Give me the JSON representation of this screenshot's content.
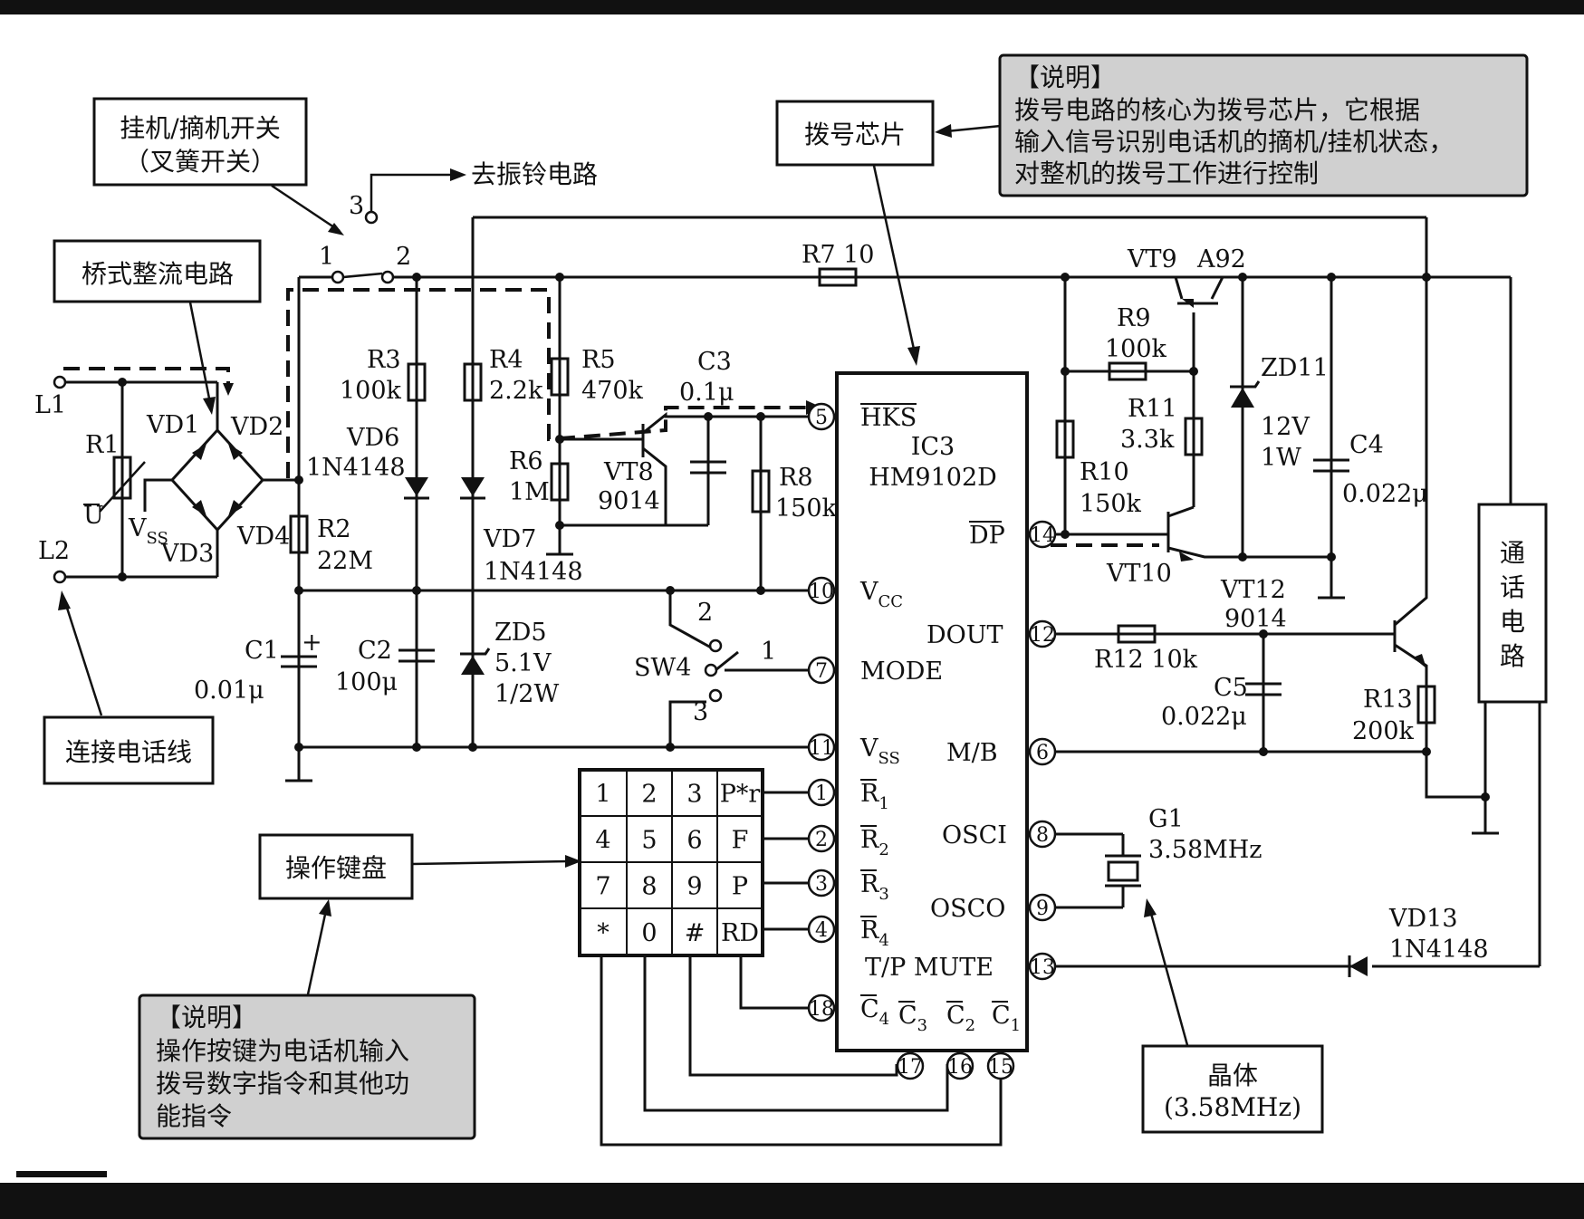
{
  "callouts": {
    "switch": "挂机/摘机开关",
    "switch_sub": "（叉簧开关）",
    "bridge": "桥式整流电路",
    "dial_chip": "拨号芯片",
    "line": "连接电话线",
    "keypad": "操作键盘",
    "crystal": "晶体",
    "crystal_sub": "(3.58MHz)",
    "talk": "通话电路",
    "ring": "去振铃电路"
  },
  "notes": {
    "chip": [
      "【说明】",
      "拨号电路的核心为拨号芯片，它根据",
      "输入信号识别电话机的摘机/挂机状态，",
      "对整机的拨号工作进行控制"
    ],
    "keys": [
      "【说明】",
      "操作按键为电话机输入",
      "拨号数字指令和其他功",
      "能指令"
    ]
  },
  "ic": {
    "name": "IC3",
    "part": "HM9102D"
  },
  "pins": {
    "hks": {
      "num": "5",
      "name": "HKS"
    },
    "vcc": {
      "num": "10",
      "name": "V",
      "sub": "CC"
    },
    "mode": {
      "num": "7",
      "name": "MODE"
    },
    "vss": {
      "num": "11",
      "name": "V",
      "sub": "SS"
    },
    "r1": {
      "num": "1",
      "name": "R",
      "sub": "1"
    },
    "r2": {
      "num": "2",
      "name": "R",
      "sub": "2"
    },
    "r3": {
      "num": "3",
      "name": "R",
      "sub": "3"
    },
    "r4": {
      "num": "4",
      "name": "R",
      "sub": "4"
    },
    "c4": {
      "num": "18",
      "name": "C",
      "sub": "4"
    },
    "c3": {
      "num": "17",
      "name": "C",
      "sub": "3"
    },
    "c2": {
      "num": "16",
      "name": "C",
      "sub": "2"
    },
    "c1": {
      "num": "15",
      "name": "C",
      "sub": "1"
    },
    "dp": {
      "num": "14",
      "name": "DP"
    },
    "dout": {
      "num": "12",
      "name": "DOUT"
    },
    "mb": {
      "num": "6",
      "name": "M/B"
    },
    "osci": {
      "num": "8",
      "name": "OSCI"
    },
    "osco": {
      "num": "9",
      "name": "OSCO"
    },
    "mute": {
      "num": "13",
      "name": "T/P MUTE"
    }
  },
  "keypad": [
    [
      "1",
      "2",
      "3",
      "P*r"
    ],
    [
      "4",
      "5",
      "6",
      "F"
    ],
    [
      "7",
      "8",
      "9",
      "P"
    ],
    [
      "*",
      "0",
      "#",
      "RD"
    ]
  ],
  "parts": {
    "l1": "L1",
    "l2": "L2",
    "r1": "R1",
    "u": "U",
    "vss_sym": "V",
    "vss_sub": "SS",
    "vd1": "VD1",
    "vd2": "VD2",
    "vd3": "VD3",
    "vd4": "VD4",
    "r2": "R2",
    "r2v": "22M",
    "c1": "C1",
    "c1v": "0.01μ",
    "c1p": "+",
    "r3": "R3",
    "r3v": "100k",
    "vd6": "VD6",
    "vd6v": "1N4148",
    "c2": "C2",
    "c2v": "100μ",
    "r4": "R4",
    "r4v": "2.2k",
    "vd7": "VD7",
    "vd7v": "1N4148",
    "zd5": "ZD5",
    "zd5v": "5.1V",
    "zd5p": "1/2W",
    "r5": "R5",
    "r5v": "470k",
    "r6": "R6",
    "r6v": "1M",
    "vt8": "VT8",
    "vt8v": "9014",
    "c3": "C3",
    "c3v": "0.1μ",
    "r8": "R8",
    "r8v": "150k",
    "sw4": "SW4",
    "sw1": "1",
    "sw2": "2",
    "sw3": "3",
    "hs1": "1",
    "hs2": "2",
    "hs3": "3",
    "r7": "R7 10",
    "vt9": "VT9",
    "vt9v": "A92",
    "r9": "R9",
    "r9v": "100k",
    "r11": "R11",
    "r11v": "3.3k",
    "zd11": "ZD11",
    "zd11v": "12V",
    "zd11p": "1W",
    "c4": "C4",
    "c4v": "0.022μ",
    "r10": "R10",
    "r10v": "150k",
    "vt10": "VT10",
    "vt12": "VT12",
    "vt12v": "9014",
    "r12": "R12 10k",
    "c5": "C5",
    "c5v": "0.022μ",
    "r13": "R13",
    "r13v": "200k",
    "g1": "G1",
    "g1v": "3.58MHz",
    "vd13": "VD13",
    "vd13v": "1N4148"
  }
}
